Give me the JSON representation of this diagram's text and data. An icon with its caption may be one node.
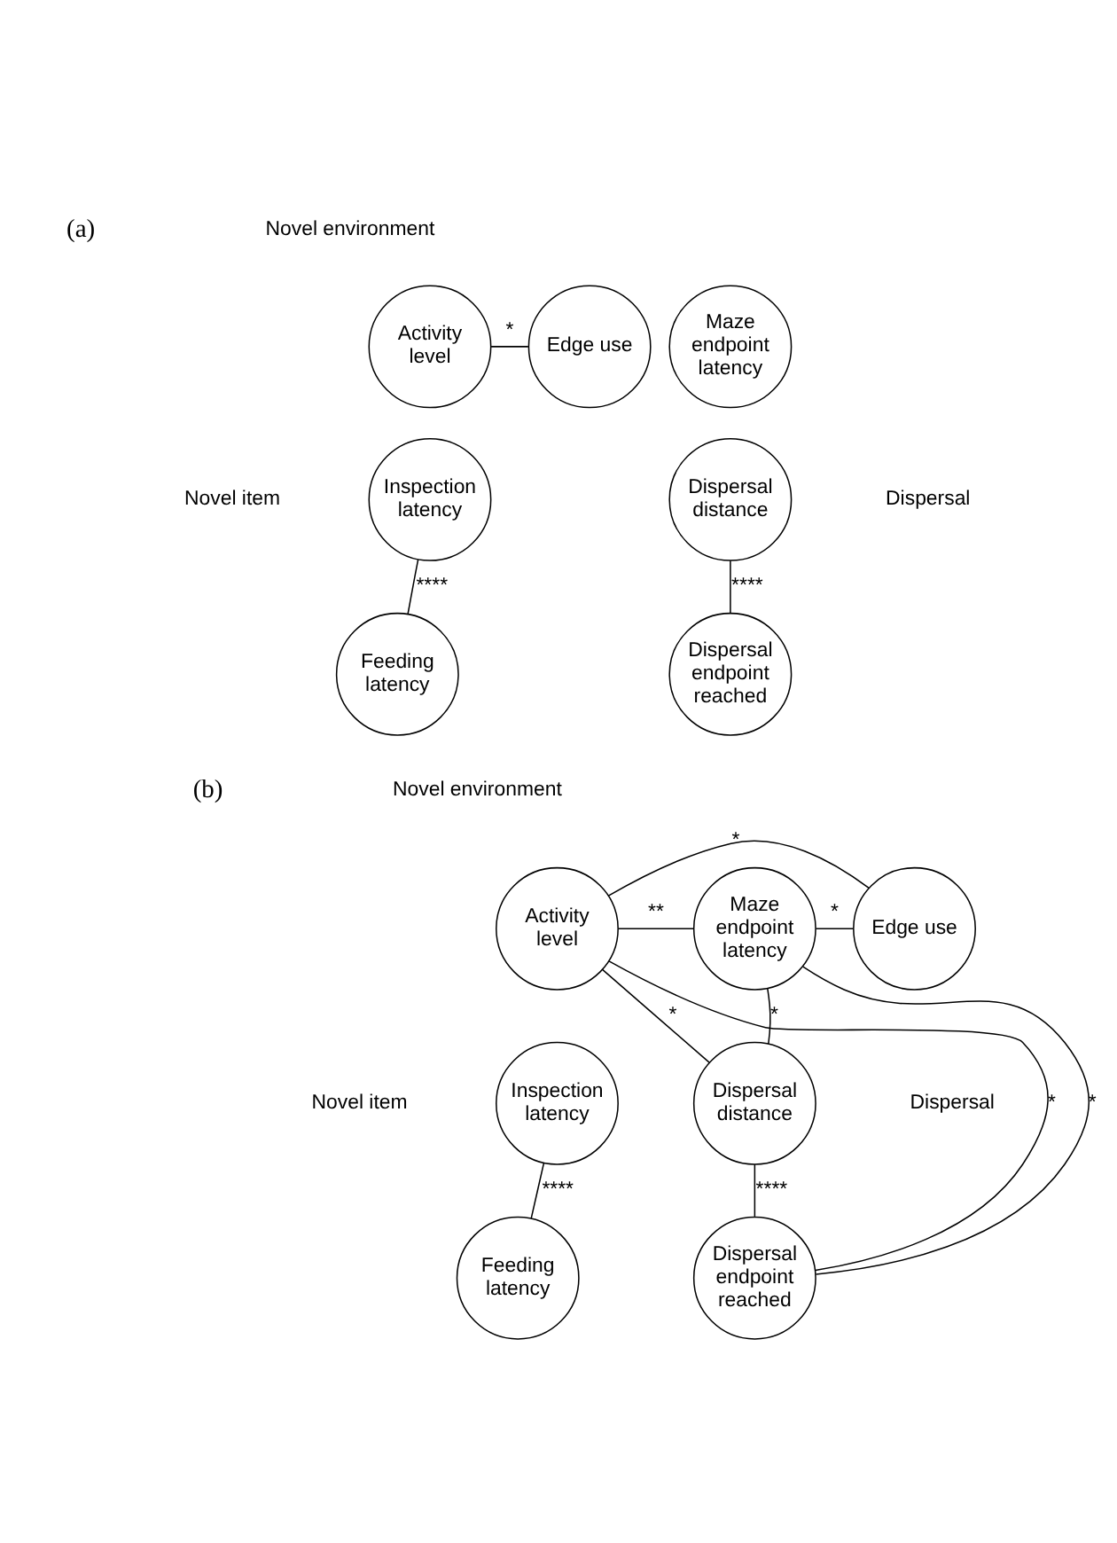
{
  "diagram": {
    "nodes": [
      {
        "text": [
          "Activity level"
        ]
      },
      {
        "text": [
          "Edge use"
        ]
      },
      {
        "text": [
          "Maze endpoint latency"
        ]
      },
      {
        "text": [
          "Inspection latency"
        ]
      },
      {
        "text": [
          "Feeding latency"
        ]
      },
      {
        "text": [
          "Dispersal distance"
        ]
      },
      {
        "text": [
          "Dispersal endpoint reached"
        ]
      },
      {
        "text": [
          "Activity level"
        ]
      },
      {
        "text": [
          "Edge use"
        ]
      },
      {
        "text": [
          "Maze endpoint latency"
        ]
      },
      {
        "text": [
          "Inspection latency"
        ]
      },
      {
        "text": [
          "Feeding latency"
        ]
      },
      {
        "text": [
          "Dispersal distance"
        ]
      },
      {
        "text": [
          "Dispersal endpoint reached"
        ]
      }
    ],
    "edges": [
      {
        "from": 0,
        "to": 1,
        "arrow": "none",
        "label": "*"
      },
      {
        "from": 3,
        "to": 4,
        "arrow": "none",
        "label": "****"
      },
      {
        "from": 5,
        "to": 6,
        "arrow": "none",
        "label": "****"
      },
      {
        "from": 7,
        "to": 8,
        "arrow": "none",
        "label": "*"
      },
      {
        "from": 8,
        "to": 9,
        "arrow": "none",
        "label": "*"
      },
      {
        "from": 7,
        "to": 9,
        "arrow": "none",
        "label": "**"
      },
      {
        "from": 7,
        "to": 12,
        "arrow": "none",
        "label": "*"
      },
      {
        "from": 7,
        "to": 13,
        "arrow": "none",
        "label": "*"
      },
      {
        "from": 9,
        "to": 12,
        "arrow": "none",
        "label": "*"
      },
      {
        "from": 9,
        "to": 13,
        "arrow": "none",
        "label": "*"
      },
      {
        "from": 10,
        "to": 11,
        "arrow": "none",
        "label": "****"
      },
      {
        "from": 12,
        "to": 13,
        "arrow": "none",
        "label": "****"
      }
    ],
    "labels": [
      "(a)",
      "Novel environment",
      "Novel item",
      "Dispersal",
      "(b)",
      "Novel environment",
      "Novel item",
      "Dispersal"
    ]
  }
}
